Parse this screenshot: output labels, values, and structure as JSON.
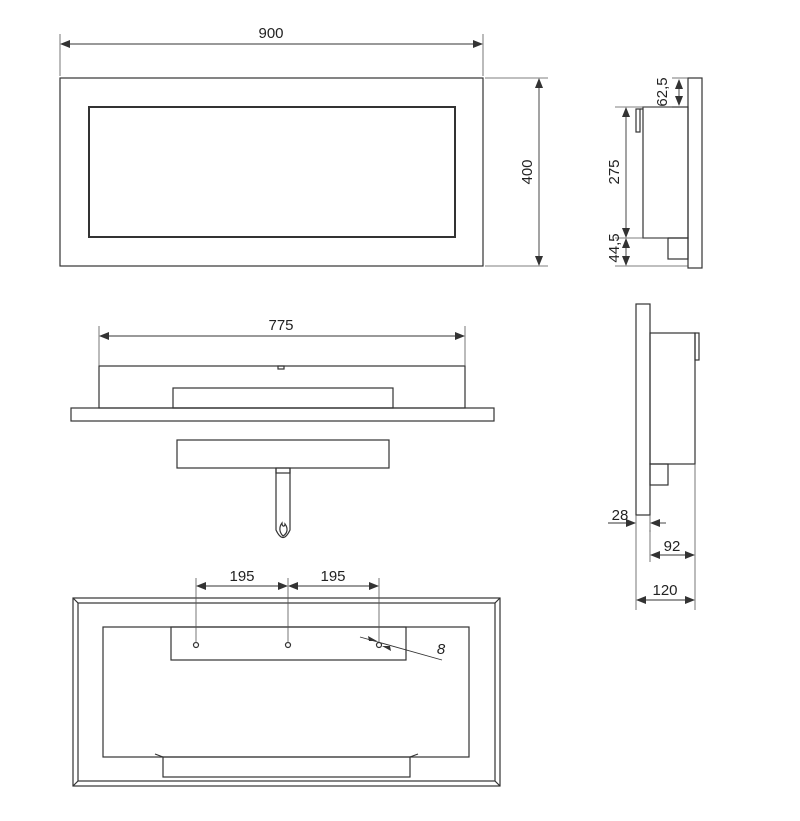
{
  "front_view": {
    "width_label": "900",
    "height_label": "400"
  },
  "side_view_top": {
    "top_offset_label": "62,5",
    "body_height_label": "275",
    "bottom_offset_label": "44,5"
  },
  "top_view": {
    "width_label": "775"
  },
  "side_view_bottom": {
    "frame_depth_label": "28",
    "body_depth_label": "92",
    "total_depth_label": "120"
  },
  "back_view": {
    "left_spacing_label": "195",
    "right_spacing_label": "195",
    "hole_label": "8"
  },
  "colors": {
    "line": "#333333",
    "background": "#ffffff"
  }
}
